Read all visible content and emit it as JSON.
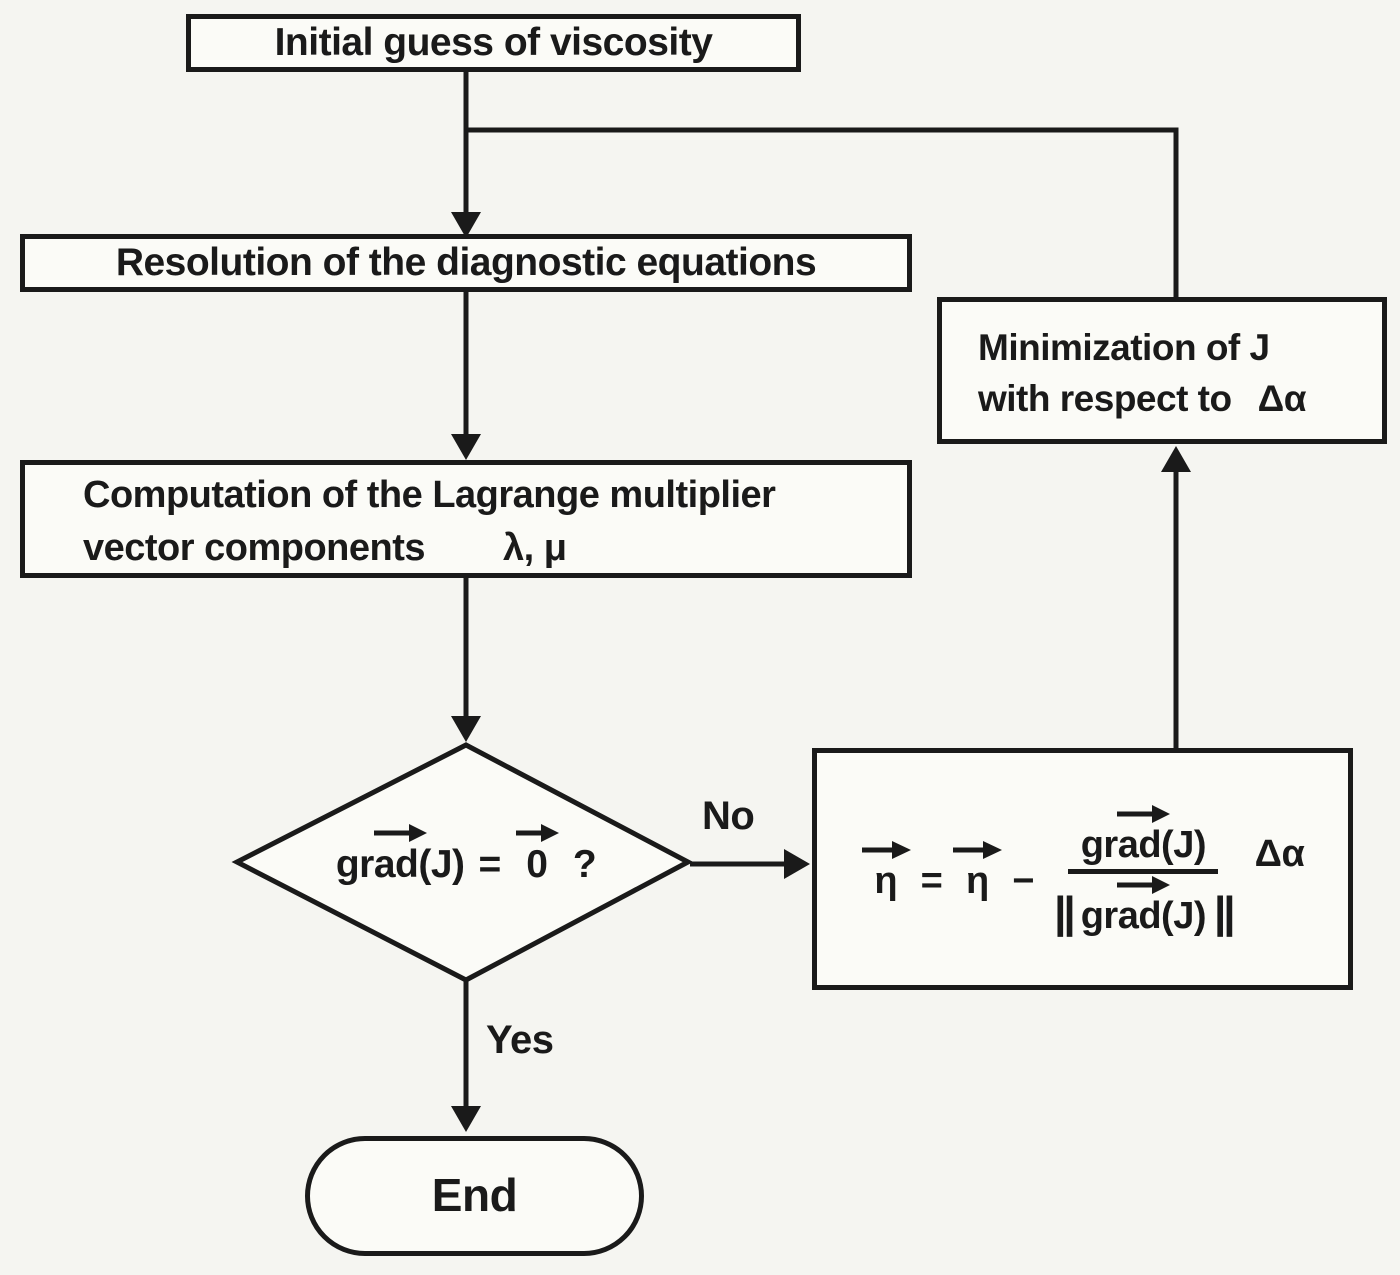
{
  "colors": {
    "paper": "#f5f5f1",
    "ink": "#1a1a1a",
    "box_fill": "#fbfbf7"
  },
  "nodes": {
    "initial": {
      "label": "Initial guess of viscosity"
    },
    "resolution": {
      "label": "Resolution of the diagnostic equations"
    },
    "computation": {
      "line1": "Computation of the Lagrange multiplier",
      "line2": "vector components",
      "symbols": "λ, μ"
    },
    "decision": {
      "grad": "grad(J)",
      "eq": "=",
      "zero": "0",
      "q": "?"
    },
    "update": {
      "eta1": "η",
      "eq": "=",
      "eta2": "η",
      "minus": "−",
      "num_grad": "grad(J)",
      "norm_open": "||",
      "den_grad": "grad(J)",
      "norm_close": "||",
      "factor": "Δα"
    },
    "minimization": {
      "line1": "Minimization of J",
      "line2": "with respect to",
      "symbol": "Δα"
    },
    "end": {
      "label": "End"
    }
  },
  "edges": {
    "no_label": "No",
    "yes_label": "Yes"
  }
}
